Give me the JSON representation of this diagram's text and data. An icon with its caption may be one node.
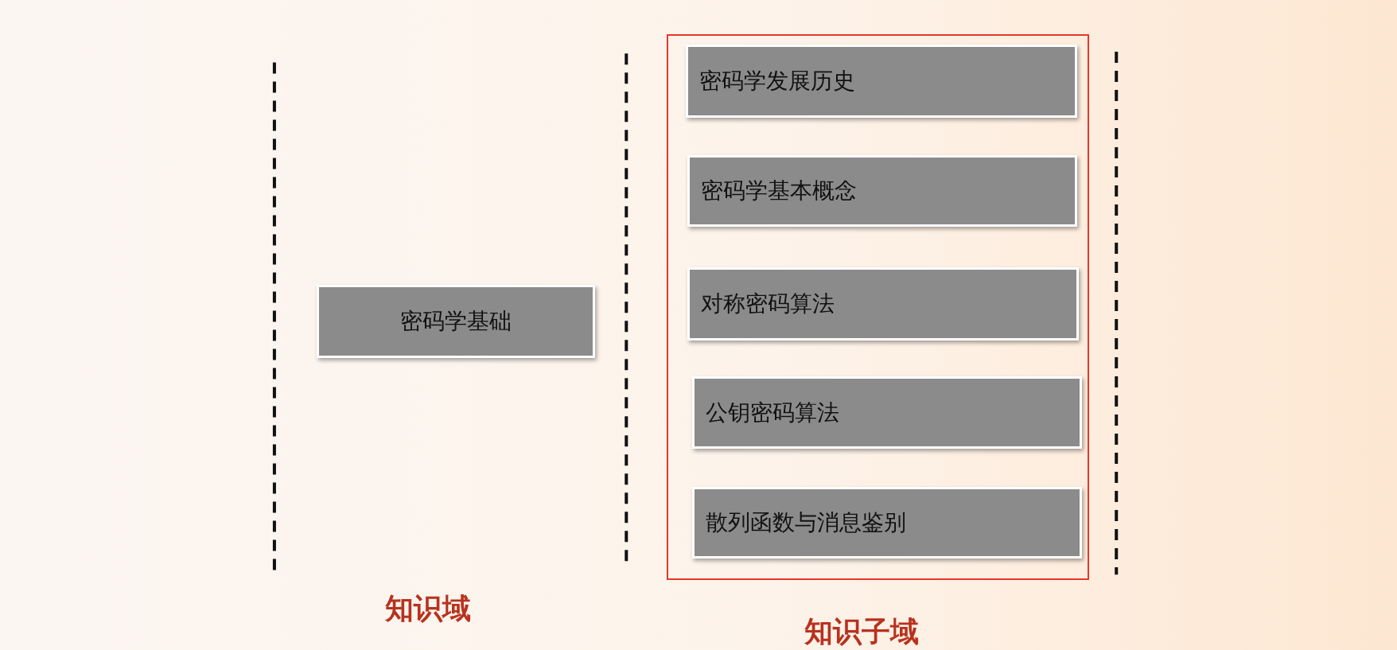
{
  "diagram": {
    "nodes": [
      {
        "text": [
          "密码学基础"
        ]
      },
      {
        "text": [
          "知识子域"
        ]
      },
      {
        "text": [
          "密码学发展历史"
        ],
        "in": 1
      },
      {
        "text": [
          "密码学基本概念"
        ],
        "in": 1
      },
      {
        "text": [
          "对称密码算法"
        ],
        "in": 1
      },
      {
        "text": [
          "公钥密码算法"
        ],
        "in": 1
      },
      {
        "text": [
          "散列函数与消息鉴别"
        ],
        "in": 1
      }
    ],
    "labels": [
      "知识域"
    ]
  }
}
